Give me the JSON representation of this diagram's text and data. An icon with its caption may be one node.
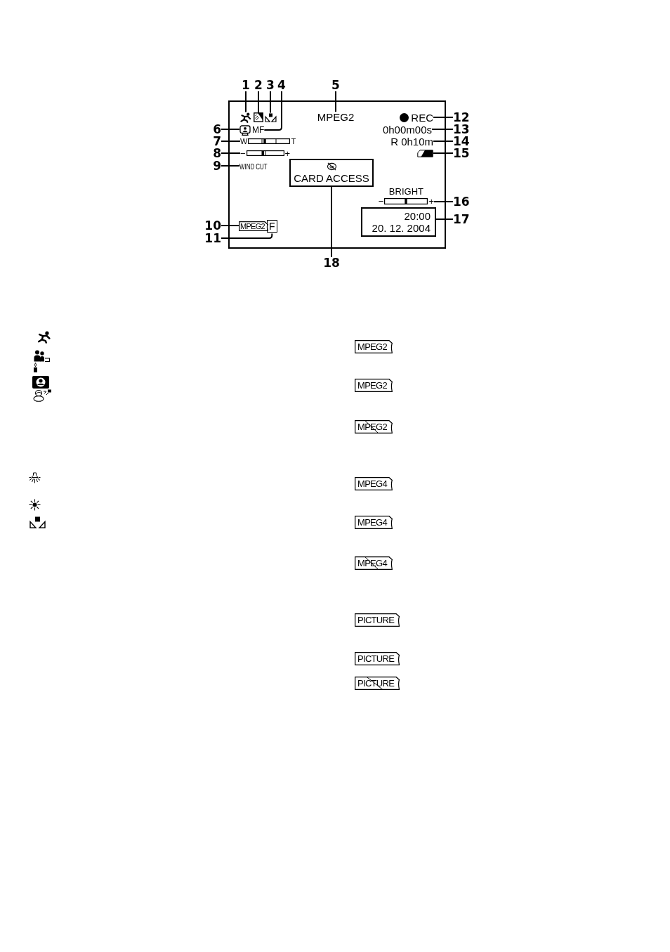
{
  "diagram": {
    "nodes": [
      {
        "text": [],
        "shape": "box"
      },
      {
        "text": [],
        "shape": "picture",
        "in": 0
      },
      {
        "text": [],
        "shape": "picture",
        "in": 0
      },
      {
        "text": [],
        "shape": "picture",
        "in": 0
      },
      {
        "text": [
          "MF"
        ],
        "in": 0
      },
      {
        "text": [
          "MPEG2"
        ],
        "in": 0
      },
      {
        "text": [],
        "shape": "picture",
        "in": 0
      },
      {
        "text": [
          "W",
          "T"
        ],
        "in": 0
      },
      {
        "text": [
          "−",
          "+"
        ],
        "in": 0
      },
      {
        "text": [
          "WIND CUT"
        ],
        "in": 0
      },
      {
        "text": [
          "MPEG2"
        ],
        "in": 0
      },
      {
        "text": [
          "F"
        ],
        "in": 0
      },
      {
        "text": [
          "REC"
        ],
        "in": 0
      },
      {
        "text": [
          "0h00m00s"
        ],
        "in": 0
      },
      {
        "text": [
          "R 0h10m"
        ],
        "in": 0
      },
      {
        "text": [],
        "shape": "picture",
        "in": 0
      },
      {
        "text": [
          "BRIGHT",
          "−",
          "+"
        ],
        "in": 0
      },
      {
        "text": [
          "20:00",
          "20. 12. 2004"
        ],
        "in": 0
      },
      {
        "text": [
          "CARD ACCESS"
        ],
        "in": 0
      },
      {
        "text": [
          "1"
        ]
      },
      {
        "text": [
          "2"
        ]
      },
      {
        "text": [
          "3"
        ]
      },
      {
        "text": [
          "4"
        ]
      },
      {
        "text": [
          "5"
        ]
      },
      {
        "text": [
          "6"
        ]
      },
      {
        "text": [
          "7"
        ]
      },
      {
        "text": [
          "8"
        ]
      },
      {
        "text": [
          "9"
        ]
      },
      {
        "text": [
          "10"
        ]
      },
      {
        "text": [
          "11"
        ]
      },
      {
        "text": [
          "12"
        ]
      },
      {
        "text": [
          "13"
        ]
      },
      {
        "text": [
          "14"
        ]
      },
      {
        "text": [
          "15"
        ]
      },
      {
        "text": [
          "16"
        ]
      },
      {
        "text": [
          "17"
        ]
      },
      {
        "text": [
          "18"
        ]
      },
      {
        "text": [
          "MPEG2"
        ]
      },
      {
        "text": [
          "MPEG2"
        ]
      },
      {
        "text": [
          "MPEG2"
        ]
      },
      {
        "text": [
          "MPEG4"
        ]
      },
      {
        "text": [
          "MPEG4"
        ]
      },
      {
        "text": [
          "MPEG4"
        ]
      },
      {
        "text": [
          "PICTURE"
        ]
      },
      {
        "text": [
          "PICTURE"
        ]
      },
      {
        "text": [
          "PICTURE"
        ]
      }
    ],
    "edges": [
      {
        "from": 19,
        "to": 1,
        "arrow": "none"
      },
      {
        "from": 20,
        "to": 2,
        "arrow": "none"
      },
      {
        "from": 21,
        "to": 3,
        "arrow": "none"
      },
      {
        "from": 22,
        "to": 4,
        "arrow": "none"
      },
      {
        "from": 23,
        "to": 5,
        "arrow": "none"
      },
      {
        "from": 24,
        "to": 6,
        "arrow": "none"
      },
      {
        "from": 25,
        "to": 7,
        "arrow": "none"
      },
      {
        "from": 26,
        "to": 8,
        "arrow": "none"
      },
      {
        "from": 27,
        "to": 9,
        "arrow": "none"
      },
      {
        "from": 28,
        "to": 10,
        "arrow": "none"
      },
      {
        "from": 29,
        "to": 11,
        "arrow": "none"
      },
      {
        "from": 30,
        "to": 12,
        "arrow": "none"
      },
      {
        "from": 31,
        "to": 13,
        "arrow": "none"
      },
      {
        "from": 32,
        "to": 14,
        "arrow": "none"
      },
      {
        "from": 33,
        "to": 15,
        "arrow": "none"
      },
      {
        "from": 34,
        "to": 16,
        "arrow": "none"
      },
      {
        "from": 35,
        "to": 17,
        "arrow": "none"
      },
      {
        "from": 36,
        "to": 18,
        "arrow": "none"
      }
    ]
  }
}
